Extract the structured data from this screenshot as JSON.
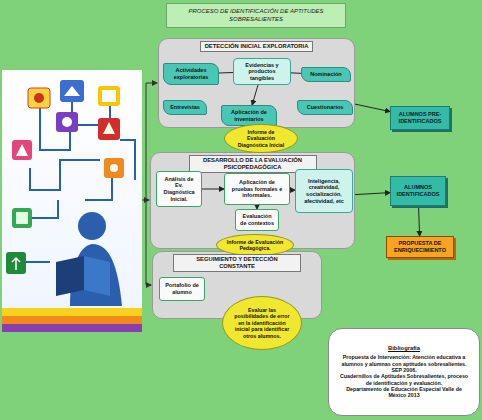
{
  "diagram": {
    "title": "PROCESO DE IDENTIFICACIÓN DE APTITUDES SOBRESALIENTES",
    "nodes": [
      {
        "text": [
          "PROCESO DE IDENTIFICACIÓN DE APTITUDES SOBRESALIENTES"
        ]
      },
      {
        "text": [
          "DETECCIÓN INICIAL EXPLORATORIA"
        ]
      },
      {
        "text": [
          "Actividades exploratorias"
        ],
        "in": 1
      },
      {
        "text": [
          "Evidencias y productos tangibles"
        ],
        "in": 1
      },
      {
        "text": [
          "Nominación"
        ],
        "in": 1
      },
      {
        "text": [
          "Entrevistas"
        ],
        "in": 1
      },
      {
        "text": [
          "Aplicación de inventarios"
        ],
        "in": 1
      },
      {
        "text": [
          "Cuestionarios"
        ],
        "in": 1
      },
      {
        "text": [
          "Informe de Evaluación Diagnóstica Inicial"
        ]
      },
      {
        "text": [
          "DESARROLLO DE LA EVALUACIÓN PSICOPEDAGÓGICA"
        ]
      },
      {
        "text": [
          "Análisis de Ev. Diagnóstica Inicial."
        ],
        "in": 9
      },
      {
        "text": [
          "Aplicación de pruebas formales e informales."
        ],
        "in": 9
      },
      {
        "text": [
          "Inteligencia, creatividad, socialización, afectividad, etc"
        ],
        "in": 9
      },
      {
        "text": [
          "Evaluación de contextos"
        ],
        "in": 9
      },
      {
        "text": [
          "Informe de Evaluación Pedagógica."
        ]
      },
      {
        "text": [
          "SEGUIMIENTO Y DETECCIÓN CONSTANTE"
        ]
      },
      {
        "text": [
          "Portafolio de alumno"
        ],
        "in": 15
      },
      {
        "text": [
          "Evaluar las posibilidades de error en la identificación inicial para identificar otros alumnos."
        ]
      },
      {
        "text": [
          "ALUMNOS PRE-IDENTIFICADOS"
        ]
      },
      {
        "text": [
          "ALUMNOS IDENTIFICADOS"
        ]
      },
      {
        "text": [
          "PROPUESTA DE ENRIQUECIMIENTO"
        ]
      },
      {
        "text": [
          "Bibliografía",
          "Propuesta de Intervención: Atención educativa a alumnos y alumnas con aptitudes sobresalientes.",
          "SEP 2006.",
          "Cuadernillos de Aptitudes Sobresalientes, proceso de identificación y evaluación.",
          "Departamento de Educación Especial Valle de México 2013"
        ]
      }
    ],
    "edges": [
      {
        "from": 1,
        "to": 18,
        "arrow": "to"
      },
      {
        "from": 9,
        "to": 19,
        "arrow": "to"
      },
      {
        "from": 19,
        "to": 20,
        "arrow": "to"
      },
      {
        "from": 2,
        "to": 3,
        "arrow": "none"
      },
      {
        "from": 3,
        "to": 4,
        "arrow": "none"
      },
      {
        "from": 3,
        "to": 6,
        "arrow": "to"
      },
      {
        "from": 10,
        "to": 11,
        "arrow": "to"
      },
      {
        "from": 11,
        "to": 12,
        "arrow": "to"
      },
      {
        "from": 11,
        "to": 13,
        "arrow": "to"
      }
    ]
  }
}
